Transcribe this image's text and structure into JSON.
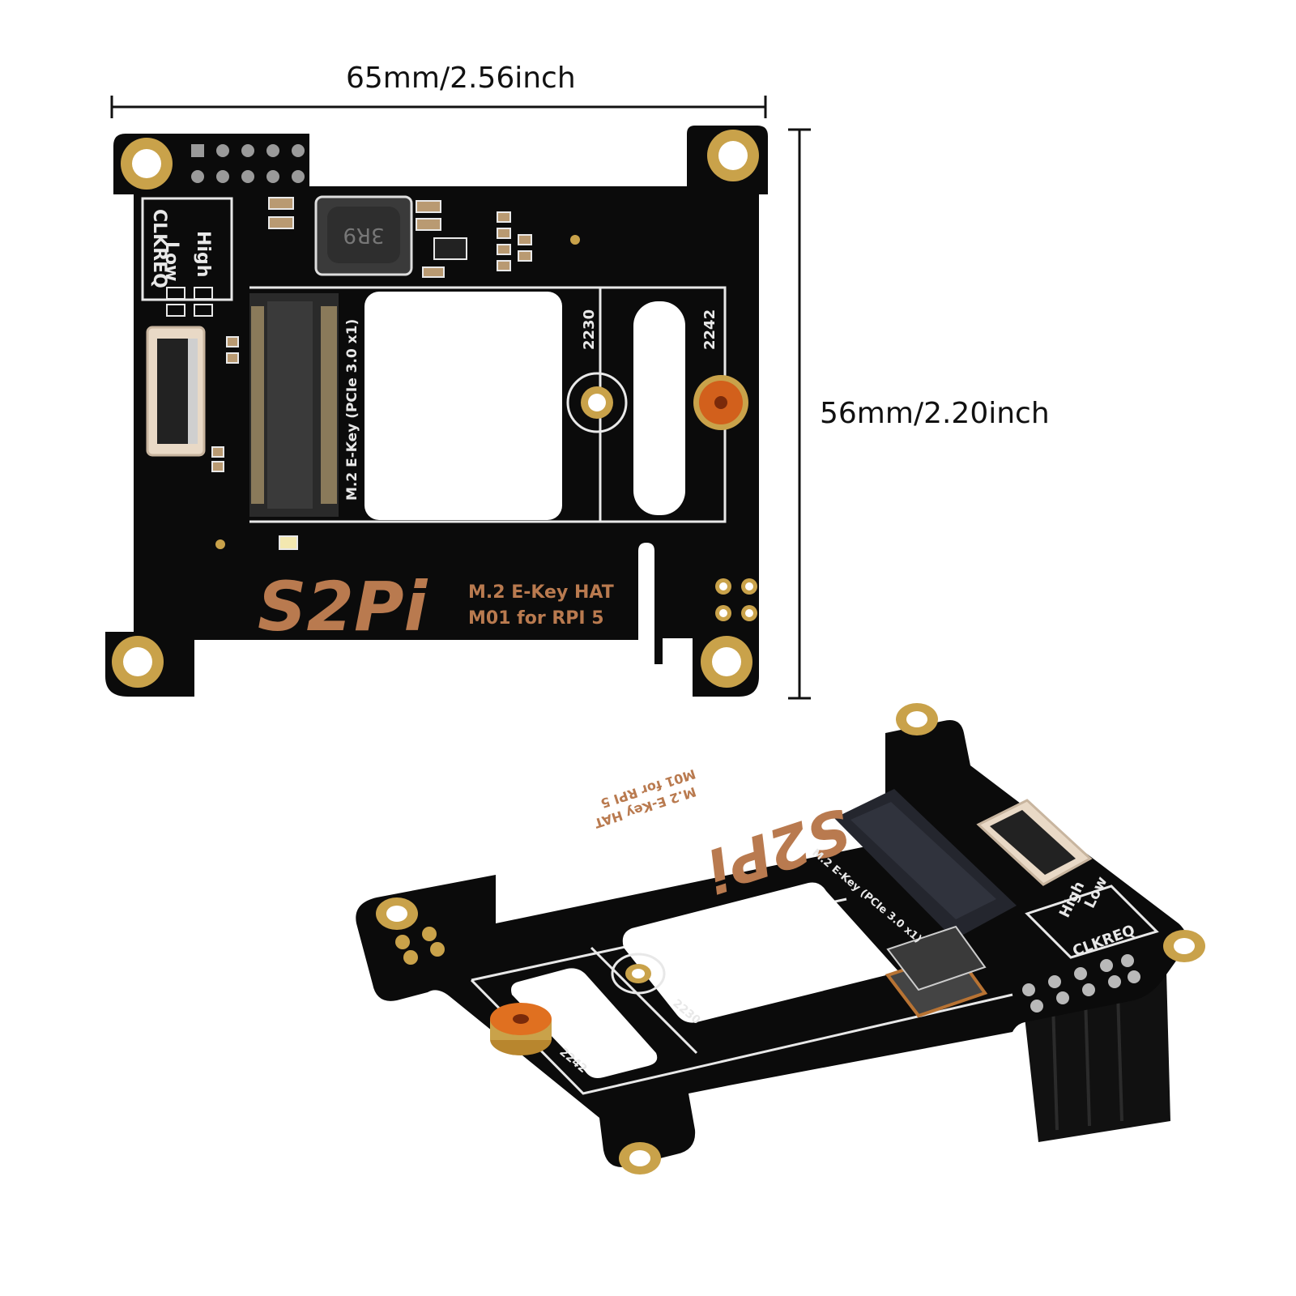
{
  "dimensions": {
    "width_label": "65mm/2.56inch",
    "height_label": "56mm/2.20inch"
  },
  "board": {
    "brand": "S2Pi",
    "product_line1": "M.2 E-Key HAT",
    "product_line2": "M01 for RPI 5",
    "slot_label": "M.2 E-Key (PCIe 3.0 x1)",
    "size_2230": "2230",
    "size_2242": "2242",
    "clkreq_label": "CLKREQ",
    "low_label": "Low",
    "high_label": "High",
    "inductor_code": "3R9"
  },
  "colors": {
    "pcb": "#0b0b0b",
    "silk": "#e8e8e8",
    "gold": "#c9a24a",
    "brand_copper": "#b97a4f",
    "standoff": "#d2601c"
  }
}
